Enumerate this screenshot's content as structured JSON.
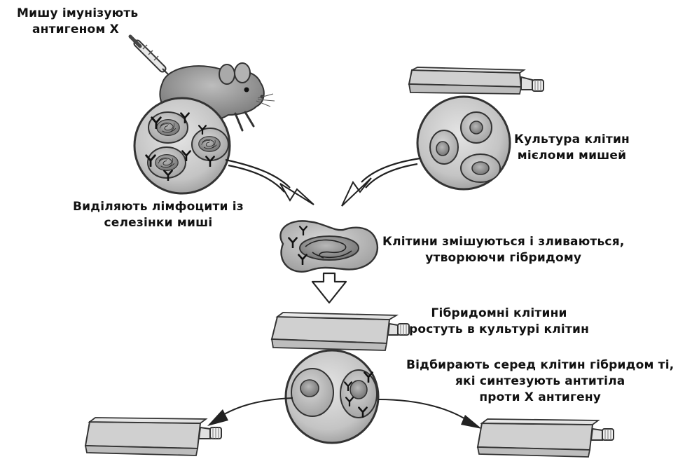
{
  "labels": {
    "immunize_line1": "Мишу імунізують",
    "immunize_line2": "антигеном Х",
    "myeloma_line1": "Культура клітин",
    "myeloma_line2": "мієломи мишей",
    "isolate_line1": "Виділяють лімфоцити із",
    "isolate_line2": "селезінки миші",
    "fuse_line1": "Клітини змішуються і зливаються,",
    "fuse_line2": "утворюючи гібридому",
    "grow_line1": "Гібридомні клітини",
    "grow_line2": "ростуть в культурі клітин",
    "select_line1": "Відбирають серед клітин гібридом ті,",
    "select_line2": "які синтезують антитіла",
    "select_line3": "проти Х антигену"
  }
}
